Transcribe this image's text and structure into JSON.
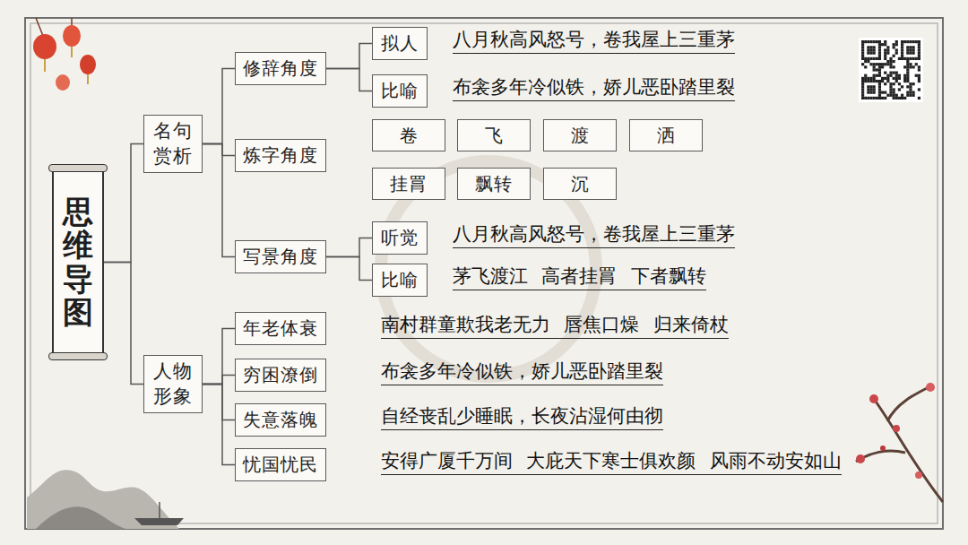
{
  "diagram": {
    "title": "思维导图",
    "nodes": [
      {
        "text": [
          "思维导图"
        ]
      },
      {
        "text": [
          "名句赏析"
        ]
      },
      {
        "text": [
          "修辞角度"
        ]
      },
      {
        "text": [
          "拟人"
        ]
      },
      {
        "text": [
          "比喻"
        ]
      },
      {
        "text": [
          "炼字角度"
        ]
      },
      {
        "text": [
          "卷"
        ]
      },
      {
        "text": [
          "飞"
        ]
      },
      {
        "text": [
          "渡"
        ]
      },
      {
        "text": [
          "洒"
        ]
      },
      {
        "text": [
          "挂罥"
        ]
      },
      {
        "text": [
          "飘转"
        ]
      },
      {
        "text": [
          "沉"
        ]
      },
      {
        "text": [
          "写景角度"
        ]
      },
      {
        "text": [
          "听觉"
        ]
      },
      {
        "text": [
          "比喻"
        ]
      },
      {
        "text": [
          "人物形象"
        ]
      },
      {
        "text": [
          "年老体衰"
        ]
      },
      {
        "text": [
          "穷困潦倒"
        ]
      },
      {
        "text": [
          "失意落魄"
        ]
      },
      {
        "text": [
          "忧国忧民"
        ]
      }
    ],
    "edges": [
      {
        "from": 0,
        "to": 1,
        "arrow": "none"
      },
      {
        "from": 0,
        "to": 16,
        "arrow": "none"
      },
      {
        "from": 1,
        "to": 2,
        "arrow": "none"
      },
      {
        "from": 1,
        "to": 5,
        "arrow": "none"
      },
      {
        "from": 1,
        "to": 13,
        "arrow": "none"
      },
      {
        "from": 2,
        "to": 3,
        "arrow": "none"
      },
      {
        "from": 2,
        "to": 4,
        "arrow": "none"
      },
      {
        "from": 13,
        "to": 14,
        "arrow": "none"
      },
      {
        "from": 13,
        "to": 15,
        "arrow": "none"
      },
      {
        "from": 16,
        "to": 17,
        "arrow": "none"
      },
      {
        "from": 16,
        "to": 18,
        "arrow": "none"
      },
      {
        "from": 16,
        "to": 19,
        "arrow": "none"
      },
      {
        "from": 16,
        "to": 20,
        "arrow": "none"
      }
    ],
    "labels": [
      "八月秋高风怒号，卷我屋上三重茅",
      "布衾多年冷似铁，娇儿恶卧踏里裂",
      "八月秋高风怒号，卷我屋上三重茅",
      "茅飞渡江 高者挂罥 下者飘转",
      "南村群童欺我老无力 唇焦口燥 归来倚杖",
      "布衾多年冷似铁，娇儿恶卧踏里裂",
      "自经丧乱少睡眠，长夜沾湿何由彻",
      "安得广厦千万间 大庇天下寒士俱欢颜 风雨不动安如山"
    ]
  }
}
